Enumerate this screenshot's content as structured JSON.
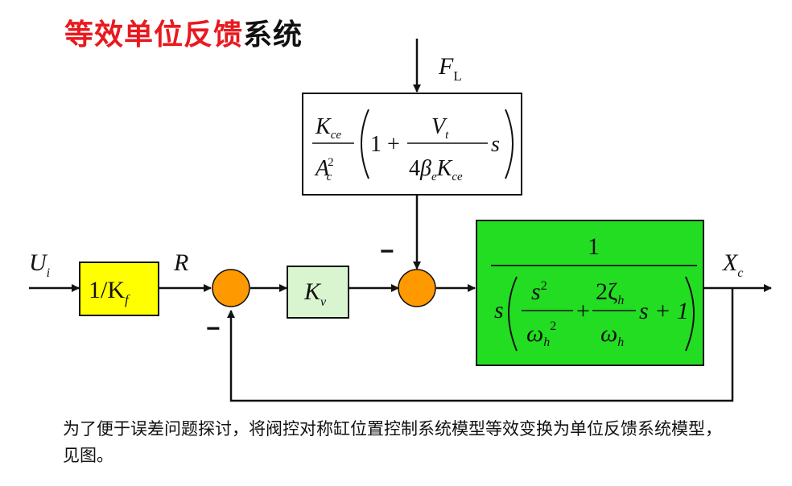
{
  "title": {
    "highlight": "等效单位反馈",
    "rest": "系统"
  },
  "caption": "为了便于误差问题探讨，将阀控对称缸位置控制系统模型等效变换为单位反馈系统模型，见图。",
  "colors": {
    "title_red": "#e8191f",
    "kf_block": "#ffff00",
    "kv_block": "#d9f5d0",
    "plant_block": "#22dd22",
    "summing_junction": "#ff9900"
  },
  "diagram": {
    "input": {
      "symbol": "U",
      "subscript": "i"
    },
    "kf_block": {
      "text": "1/K",
      "subscript": "f"
    },
    "r_label": "R",
    "kv_block": {
      "symbol": "K",
      "subscript": "v"
    },
    "output": {
      "symbol": "X",
      "subscript": "c"
    },
    "disturbance": {
      "symbol": "F",
      "subscript": "L"
    },
    "minus_sign": "−",
    "load_block": {
      "kce": "K",
      "kce_sub": "ce",
      "ac": "A",
      "ac_sub": "c",
      "ac_sup": "2",
      "one_plus": "1 +",
      "vt": "V",
      "vt_sub": "t",
      "denom_4": "4",
      "beta": "β",
      "beta_sub": "e",
      "k2": "K",
      "k2_sub": "ce",
      "s": "s"
    },
    "plant_block": {
      "numerator": "1",
      "s_outer": "s",
      "s2": "s",
      "s2_sup": "2",
      "omega": "ω",
      "omega_sub": "h",
      "omega_sup": "2",
      "plus": "+",
      "two_zeta": "2ζ",
      "zeta_sub": "h",
      "omega2": "ω",
      "omega2_sub": "h",
      "s_plus_one": "s + 1"
    }
  }
}
